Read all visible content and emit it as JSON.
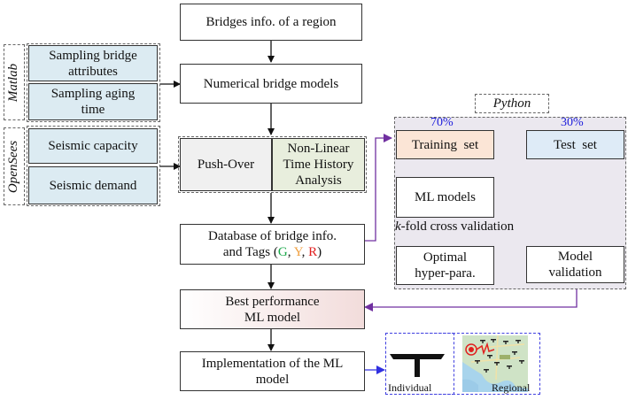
{
  "nodes": {
    "bridges_info": "Bridges info. of a region",
    "numerical_models": "Numerical bridge models",
    "sampling_attributes_line1": "Sampling bridge",
    "sampling_attributes_line2": "attributes",
    "sampling_aging_line1": "Sampling aging",
    "sampling_aging_line2": "time",
    "seismic_capacity": "Seismic capacity",
    "seismic_demand": "Seismic demand",
    "push_over": "Push-Over",
    "nlth_line1": "Non-Linear",
    "nlth_line2": "Time History",
    "nlth_line3": "Analysis",
    "database_line1": "Database of bridge info.",
    "database_line2_prefix": "and Tags (",
    "tag_g": "G",
    "tag_sep1": ", ",
    "tag_y": "Y",
    "tag_sep2": ", ",
    "tag_r": "R",
    "database_line2_suffix": ")",
    "best_model_line1": "Best performance",
    "best_model_line2": "ML model",
    "implementation_line1": "Implementation of the ML",
    "implementation_line2": "model",
    "training_set": "Training  set",
    "test_set": "Test  set",
    "ml_models": "ML models",
    "kfold_k": "k",
    "kfold_rest": "-fold cross validation",
    "optimal_line1": "Optimal",
    "optimal_line2": "hyper-para.",
    "model_validation_line1": "Model",
    "model_validation_line2": "validation",
    "individual": "Individual",
    "regional": "Regional"
  },
  "groups": {
    "matlab": "Matlab",
    "opensees": "OpenSees",
    "python": "Python"
  },
  "split": {
    "train_pct": "70%",
    "test_pct": "30%"
  },
  "colors": {
    "tag_g": "#1aa84a",
    "tag_y": "#f0a040",
    "tag_r": "#e02020",
    "pct": "#1a1adc",
    "purple_arrow": "#7030a0",
    "blue_arrow": "#3030e0",
    "blue_box": "#dcebf2",
    "training_fill": "#fbe5d6",
    "test_fill": "#deebf7",
    "python_fill": "#ebe8ef",
    "nlth_fill": "#e8eedd",
    "pushover_fill": "#f0f0f0"
  }
}
